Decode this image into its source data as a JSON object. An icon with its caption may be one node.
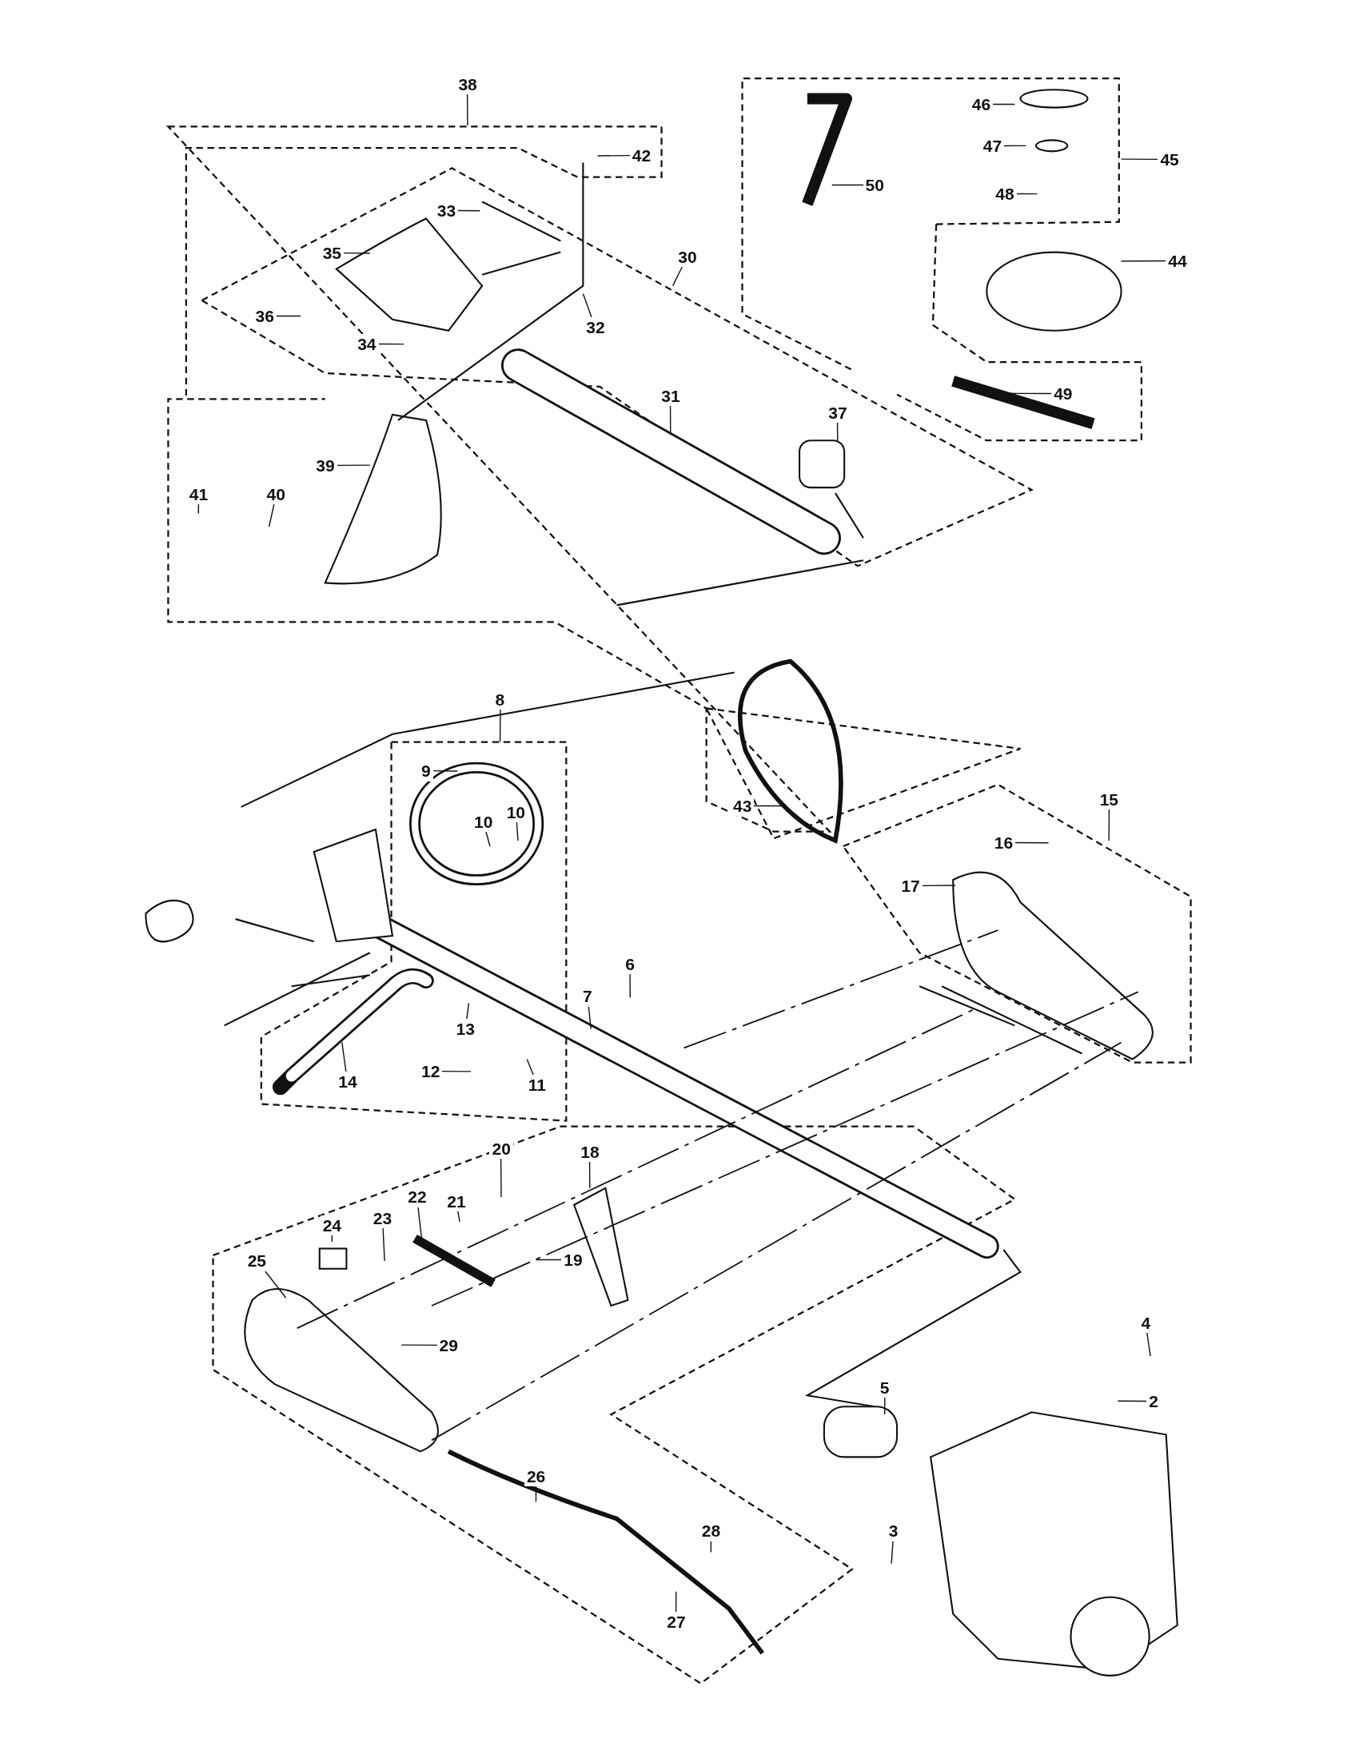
{
  "diagram": {
    "nodes": [
      {
        "text": [
          "38"
        ]
      },
      {
        "text": [
          "46"
        ]
      },
      {
        "text": [
          "47"
        ]
      },
      {
        "text": [
          "42"
        ]
      },
      {
        "text": [
          "45"
        ]
      },
      {
        "text": [
          "50"
        ]
      },
      {
        "text": [
          "48"
        ]
      },
      {
        "text": [
          "33"
        ]
      },
      {
        "text": [
          "35"
        ]
      },
      {
        "text": [
          "30"
        ]
      },
      {
        "text": [
          "44"
        ]
      },
      {
        "text": [
          "36"
        ]
      },
      {
        "text": [
          "32"
        ]
      },
      {
        "text": [
          "34"
        ]
      },
      {
        "text": [
          "49"
        ]
      },
      {
        "text": [
          "31"
        ]
      },
      {
        "text": [
          "37"
        ]
      },
      {
        "text": [
          "39"
        ]
      },
      {
        "text": [
          "41"
        ]
      },
      {
        "text": [
          "40"
        ]
      },
      {
        "text": [
          "8"
        ]
      },
      {
        "text": [
          "9"
        ]
      },
      {
        "text": [
          "43"
        ]
      },
      {
        "text": [
          "15"
        ]
      },
      {
        "text": [
          "10"
        ]
      },
      {
        "text": [
          "10"
        ]
      },
      {
        "text": [
          "16"
        ]
      },
      {
        "text": [
          "17"
        ]
      },
      {
        "text": [
          "6"
        ]
      },
      {
        "text": [
          "7"
        ]
      },
      {
        "text": [
          "13"
        ]
      },
      {
        "text": [
          "12"
        ]
      },
      {
        "text": [
          "14"
        ]
      },
      {
        "text": [
          "11"
        ]
      },
      {
        "text": [
          "20"
        ]
      },
      {
        "text": [
          "18"
        ]
      },
      {
        "text": [
          "22"
        ]
      },
      {
        "text": [
          "21"
        ]
      },
      {
        "text": [
          "24"
        ]
      },
      {
        "text": [
          "23"
        ]
      },
      {
        "text": [
          "19"
        ]
      },
      {
        "text": [
          "25"
        ]
      },
      {
        "text": [
          "29"
        ]
      },
      {
        "text": [
          "4"
        ]
      },
      {
        "text": [
          "5"
        ]
      },
      {
        "text": [
          "2"
        ]
      },
      {
        "text": [
          "26"
        ]
      },
      {
        "text": [
          "28"
        ]
      },
      {
        "text": [
          "3"
        ]
      },
      {
        "text": [
          "27"
        ]
      }
    ],
    "edges": [
      {
        "from": 0,
        "to": null,
        "arrow": "none"
      },
      {
        "from": 1,
        "to": null,
        "arrow": "none"
      },
      {
        "from": 2,
        "to": null,
        "arrow": "none"
      },
      {
        "from": 3,
        "to": null,
        "arrow": "none"
      },
      {
        "from": 4,
        "to": null,
        "arrow": "none"
      },
      {
        "from": 5,
        "to": null,
        "arrow": "none"
      },
      {
        "from": 6,
        "to": null,
        "arrow": "none"
      },
      {
        "from": 7,
        "to": null,
        "arrow": "none"
      },
      {
        "from": 8,
        "to": null,
        "arrow": "none"
      },
      {
        "from": 9,
        "to": null,
        "arrow": "none"
      },
      {
        "from": 10,
        "to": null,
        "arrow": "none"
      },
      {
        "from": 11,
        "to": null,
        "arrow": "none"
      },
      {
        "from": 12,
        "to": null,
        "arrow": "none"
      },
      {
        "from": 13,
        "to": null,
        "arrow": "none"
      },
      {
        "from": 14,
        "to": null,
        "arrow": "none"
      },
      {
        "from": 15,
        "to": null,
        "arrow": "none"
      },
      {
        "from": 16,
        "to": null,
        "arrow": "none"
      },
      {
        "from": 17,
        "to": null,
        "arrow": "none"
      },
      {
        "from": 18,
        "to": null,
        "arrow": "none"
      },
      {
        "from": 19,
        "to": null,
        "arrow": "none"
      },
      {
        "from": 20,
        "to": null,
        "arrow": "none"
      },
      {
        "from": 21,
        "to": null,
        "arrow": "none"
      },
      {
        "from": 22,
        "to": null,
        "arrow": "none"
      },
      {
        "from": 23,
        "to": null,
        "arrow": "none"
      },
      {
        "from": 24,
        "to": null,
        "arrow": "none"
      },
      {
        "from": 25,
        "to": null,
        "arrow": "none"
      },
      {
        "from": 26,
        "to": null,
        "arrow": "none"
      },
      {
        "from": 27,
        "to": null,
        "arrow": "none"
      },
      {
        "from": 28,
        "to": null,
        "arrow": "none"
      },
      {
        "from": 29,
        "to": null,
        "arrow": "none"
      },
      {
        "from": 30,
        "to": null,
        "arrow": "none"
      },
      {
        "from": 31,
        "to": null,
        "arrow": "none"
      },
      {
        "from": 32,
        "to": null,
        "arrow": "none"
      },
      {
        "from": 33,
        "to": null,
        "arrow": "none"
      },
      {
        "from": 34,
        "to": null,
        "arrow": "none"
      },
      {
        "from": 35,
        "to": null,
        "arrow": "none"
      },
      {
        "from": 36,
        "to": null,
        "arrow": "none"
      },
      {
        "from": 37,
        "to": null,
        "arrow": "none"
      },
      {
        "from": 38,
        "to": null,
        "arrow": "none"
      },
      {
        "from": 39,
        "to": null,
        "arrow": "none"
      },
      {
        "from": 40,
        "to": null,
        "arrow": "none"
      },
      {
        "from": 41,
        "to": null,
        "arrow": "none"
      },
      {
        "from": 42,
        "to": null,
        "arrow": "none"
      },
      {
        "from": 43,
        "to": null,
        "arrow": "none"
      },
      {
        "from": 44,
        "to": null,
        "arrow": "none"
      },
      {
        "from": 45,
        "to": null,
        "arrow": "none"
      },
      {
        "from": 46,
        "to": null,
        "arrow": "none"
      },
      {
        "from": 47,
        "to": null,
        "arrow": "none"
      },
      {
        "from": 48,
        "to": null,
        "arrow": "none"
      },
      {
        "from": 49,
        "to": null,
        "arrow": "none"
      }
    ]
  }
}
